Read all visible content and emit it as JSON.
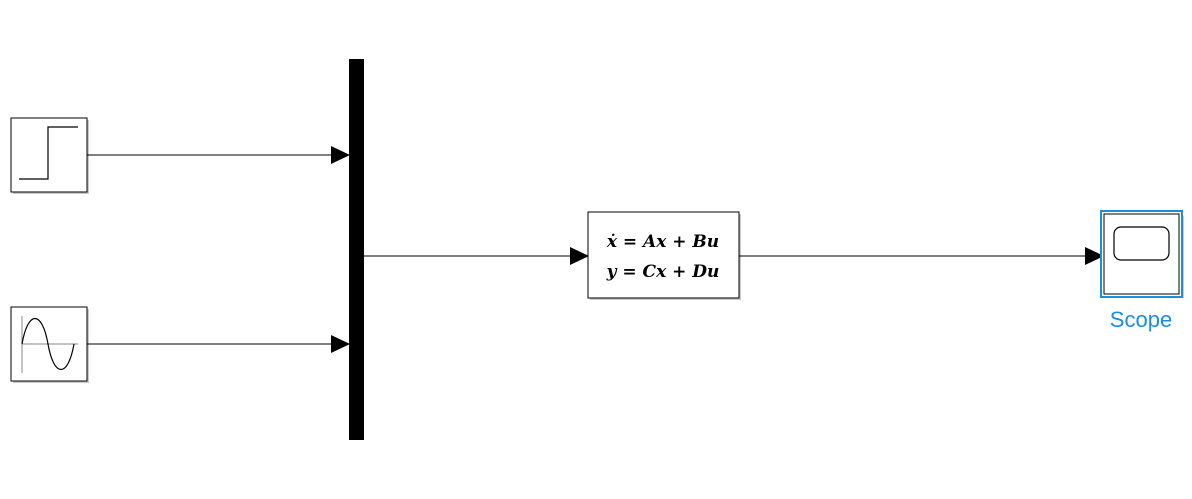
{
  "blocks": {
    "step": {
      "icon": "step-icon"
    },
    "sine": {
      "icon": "sine-wave-icon"
    },
    "mux": {
      "icon": "mux-bar"
    },
    "state_space": {
      "equation_line1": "ẋ = Ax + Bu",
      "equation_line2": "y = Cx + Du"
    },
    "scope": {
      "label": "Scope",
      "icon": "scope-screen-icon",
      "selected": true
    }
  },
  "colors": {
    "selection": "#1a8fe0",
    "line": "#000000",
    "background": "#ffffff"
  }
}
